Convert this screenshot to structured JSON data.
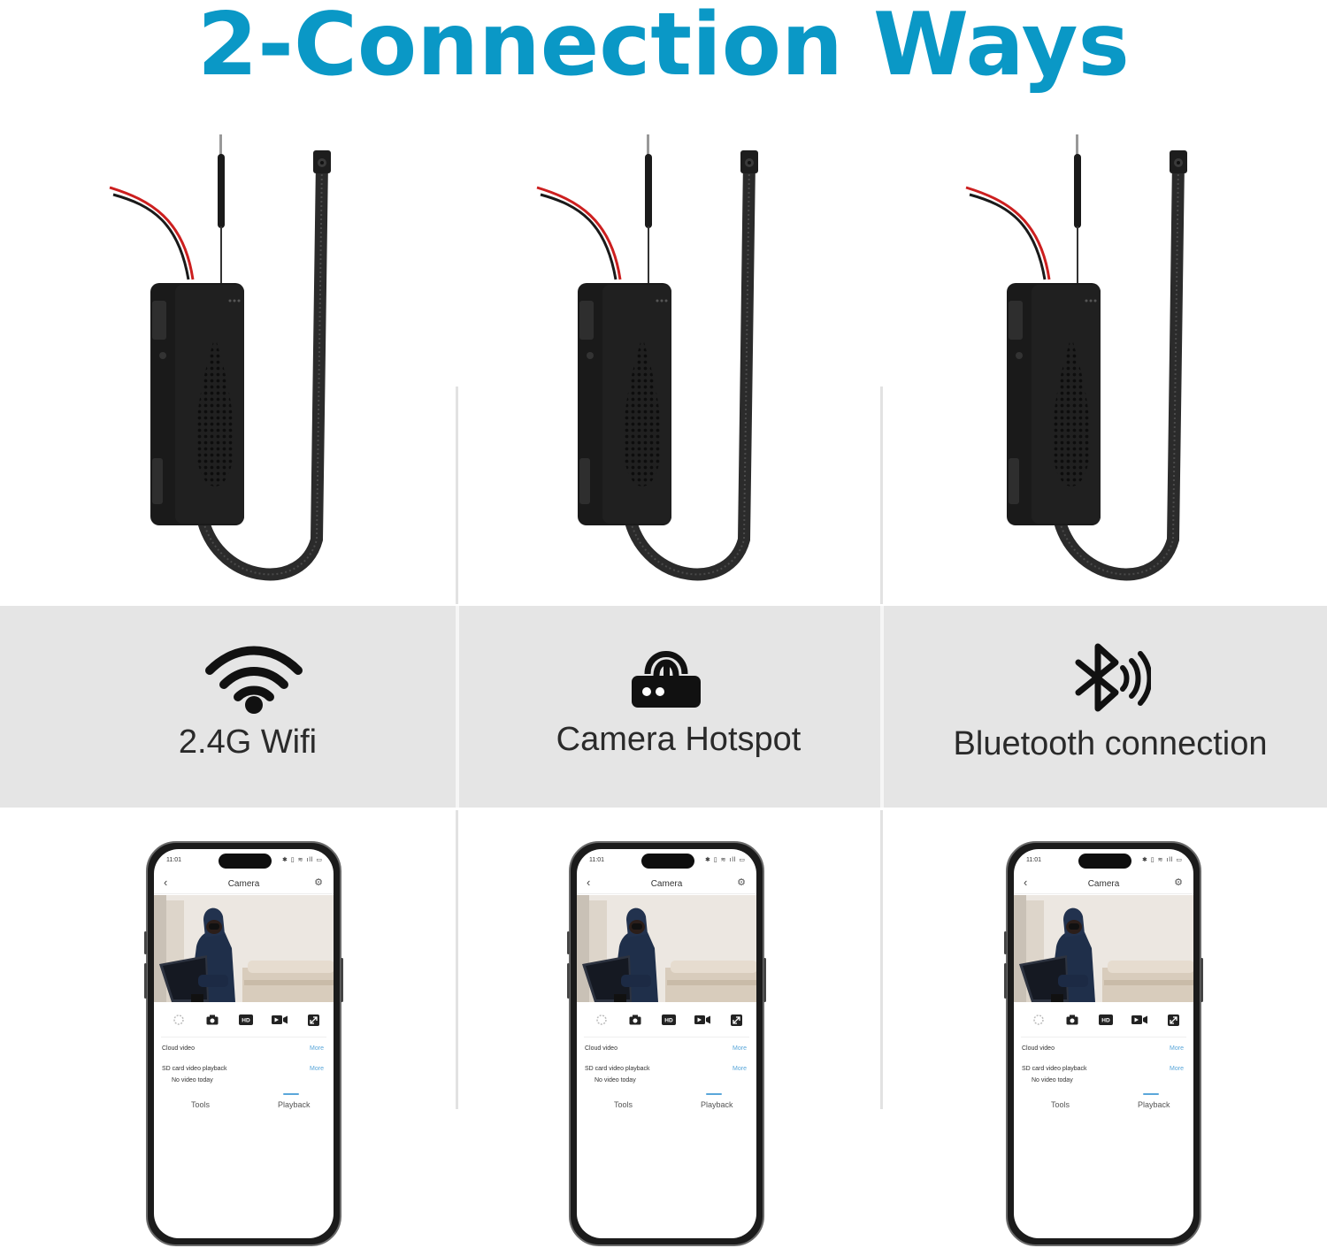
{
  "headline": "2-Connection Ways",
  "colors": {
    "accent": "#0a98c6",
    "band": "#e5e5e5",
    "label": "#2a2a2a",
    "link": "#5aa7da"
  },
  "methods": [
    {
      "icon": "wifi-icon",
      "label": "2.4G Wifi"
    },
    {
      "icon": "router-hotspot-icon",
      "label": "Camera Hotspot"
    },
    {
      "icon": "bluetooth-icon",
      "label": "Bluetooth connection"
    }
  ],
  "phone_app": {
    "status_time": "11:01",
    "status_icons": "✱ ▯ ≋ ıll ▭",
    "title": "Camera",
    "toolbar": [
      "speaker-icon",
      "snapshot-icon",
      "hd-icon",
      "record-icon",
      "fullscreen-icon"
    ],
    "hd_label": "HD",
    "cloud_video": "Cloud video",
    "sd_playback": "SD card video playback",
    "more": "More",
    "no_video": "No video today",
    "tab_tools": "Tools",
    "tab_playback": "Playback"
  }
}
